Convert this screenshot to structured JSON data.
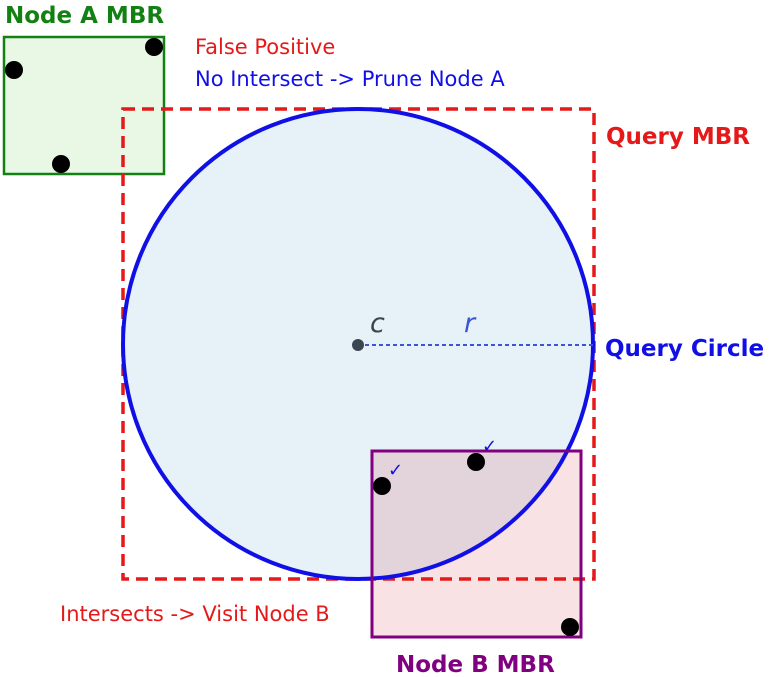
{
  "colors": {
    "node_a": "#138013",
    "node_a_fill": "#e8f8e4",
    "node_b": "#800080",
    "node_b_fill": "#f7d6d8",
    "query_mbr": "#e51919",
    "query_circle": "#1010e6",
    "circle_fill": "#e6f2f8",
    "point": "#000000",
    "center": "#3a4650",
    "radius_line": "#3a55d8",
    "check": "#1010e6"
  },
  "labels": {
    "node_a_mbr": "Node A MBR",
    "node_b_mbr": "Node B MBR",
    "query_mbr": "Query MBR",
    "query_circle": "Query Circle",
    "false_positive": "False Positive",
    "no_intersect": "No Intersect -> Prune Node A",
    "intersects": "Intersects -> Visit Node B",
    "center": "c",
    "radius": "r",
    "check_mark": "✓"
  }
}
